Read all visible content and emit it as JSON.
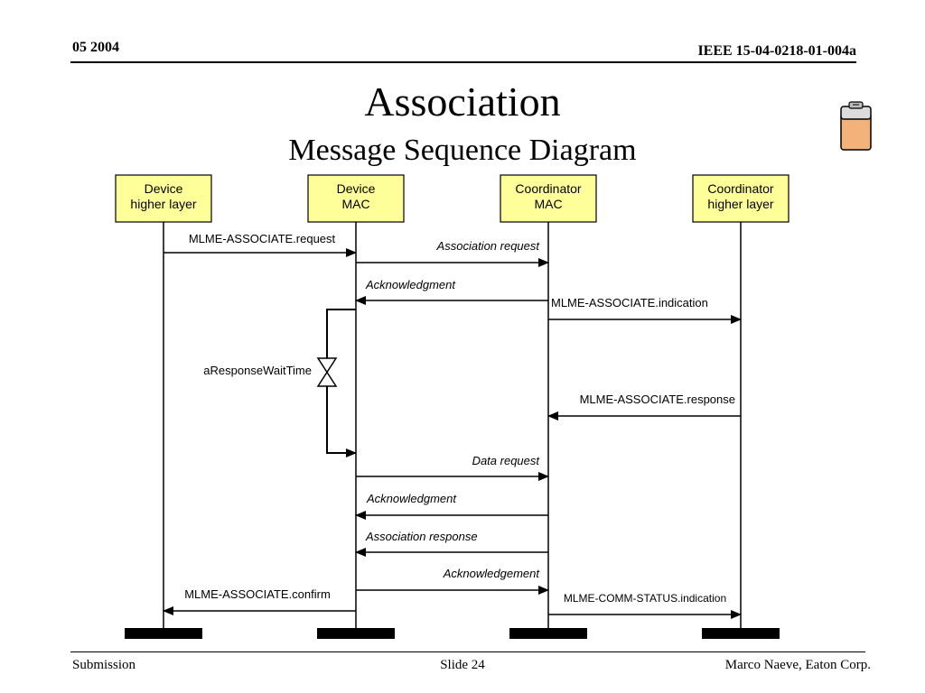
{
  "header": {
    "date": "05 2004",
    "doc_id": "IEEE 15-04-0218-01-004a"
  },
  "title": "Association",
  "subtitle": "Message Sequence Diagram",
  "footer": {
    "left": "Submission",
    "center": "Slide 24",
    "right": "Marco Naeve, Eaton Corp."
  },
  "colors": {
    "box_fill": "#ffff99",
    "battery_body": "#f2b27a"
  },
  "icons": [
    "battery-icon"
  ],
  "lifelines": [
    {
      "line1": "Device",
      "line2": "higher layer"
    },
    {
      "line1": "Device",
      "line2": "MAC"
    },
    {
      "line1": "Coordinator",
      "line2": "MAC"
    },
    {
      "line1": "Coordinator",
      "line2": "higher layer"
    }
  ],
  "messages": [
    {
      "label": "MLME-ASSOCIATE.request",
      "italic": false,
      "from": 0,
      "to": 1
    },
    {
      "label": "Association request",
      "italic": true,
      "from": 1,
      "to": 2
    },
    {
      "label": "Acknowledgment",
      "italic": true,
      "from": 2,
      "to": 1
    },
    {
      "label": "MLME-ASSOCIATE.indication",
      "italic": false,
      "from": 2,
      "to": 3
    },
    {
      "label": "MLME-ASSOCIATE.response",
      "italic": false,
      "from": 3,
      "to": 2
    },
    {
      "label": "Data request",
      "italic": true,
      "from": 1,
      "to": 2
    },
    {
      "label": "Acknowledgment",
      "italic": true,
      "from": 2,
      "to": 1
    },
    {
      "label": "Association response",
      "italic": true,
      "from": 2,
      "to": 1
    },
    {
      "label": "Acknowledgement",
      "italic": true,
      "from": 1,
      "to": 2
    },
    {
      "label": "MLME-ASSOCIATE.confirm",
      "italic": false,
      "from": 1,
      "to": 0
    },
    {
      "label": "MLME-COMM-STATUS.indication",
      "italic": false,
      "from": 2,
      "to": 3
    }
  ],
  "timer": {
    "label": "aResponseWaitTime"
  }
}
